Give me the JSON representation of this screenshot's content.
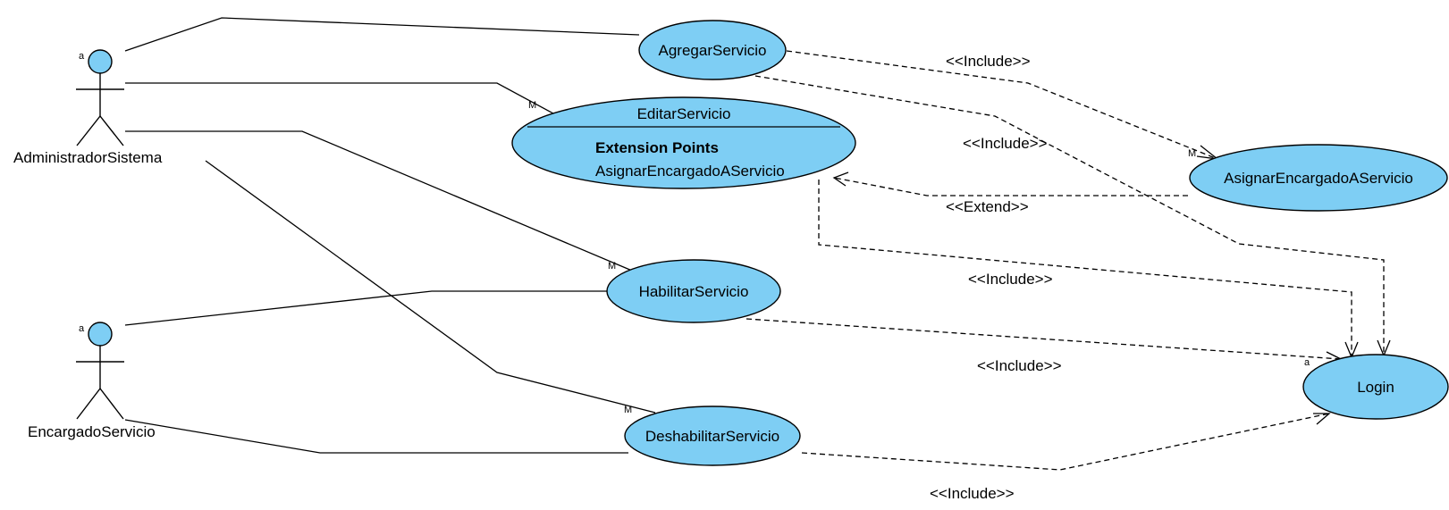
{
  "actors": [
    {
      "id": "admin",
      "name": "AdministradorSistema",
      "marker": "a"
    },
    {
      "id": "encargado",
      "name": "EncargadoServicio",
      "marker": "a"
    }
  ],
  "use_cases": {
    "agregar": "AgregarServicio",
    "editar": "EditarServicio",
    "editar_ext_heading": "Extension Points",
    "editar_ext_point": "AsignarEncargadoAServicio",
    "habilitar": "HabilitarServicio",
    "deshabilitar": "DeshabilitarServicio",
    "asignar": "AsignarEncargadoAServicio",
    "login": "Login"
  },
  "relations": {
    "include_agregar_asignar": "<<Include>>",
    "include_agregar_login": "<<Include>>",
    "extend_asignar_editar": "<<Extend>>",
    "include_editar_login": "<<Include>>",
    "include_habilitar_login": "<<Include>>",
    "include_deshabilitar_login": "<<Include>>"
  },
  "multiplicity": {
    "many": "M",
    "one": "a"
  },
  "colors": {
    "usecase_fill": "#7ecef4",
    "line": "#000000"
  }
}
